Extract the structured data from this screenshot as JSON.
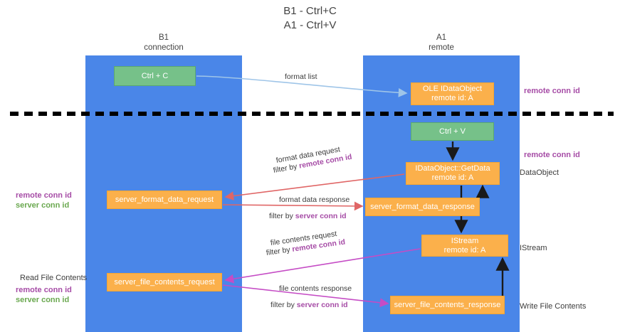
{
  "title": "B1 - Ctrl+C\nA1 - Ctrl+V",
  "lanes": [
    {
      "name": "b1",
      "heading": "B1\nconnection",
      "color": "#4a86e8"
    },
    {
      "name": "a1",
      "heading": "A1\nremote",
      "color": "#4a86e8"
    }
  ],
  "nodes": {
    "ctrl_c": "Ctrl + C",
    "idataobject": "OLE IDataObject\nremote id: A",
    "ctrl_v": "Ctrl + V",
    "getdata": "IDataObject::GetData\nremote id: A",
    "format_data_request": "server_format_data_request",
    "format_data_response": "server_format_data_response",
    "istream": "IStream\nremote id: A",
    "file_contents_request": "server_file_contents_request",
    "file_contents_response": "server_file_contents_response"
  },
  "annotations": {
    "remote_conn_id_top": "remote conn id",
    "remote_conn_id_mid": "remote conn id",
    "dataobject": "DataObject",
    "istream": "IStream",
    "write_file_contents": "Write File Contents",
    "read_file_contents": "Read File Contents",
    "left_remote_conn_id": "remote conn id",
    "left_server_conn_id": "server conn id",
    "left_remote_conn_id_2": "remote conn id",
    "left_server_conn_id_2": "server conn id"
  },
  "edges": {
    "format_list": "format list",
    "format_data_request": "format data request",
    "format_data_request_filter_prefix": "filter by ",
    "format_data_request_filter_key": "remote conn id",
    "format_data_response": "format data response",
    "format_data_response_filter_prefix": "filter by ",
    "format_data_response_filter_key": "server conn id",
    "file_contents_request": "file contents request",
    "file_contents_request_filter_prefix": "filter by ",
    "file_contents_request_filter_key": "remote conn id",
    "file_contents_response": "file contents response",
    "file_contents_response_filter_prefix": "filter by ",
    "file_contents_response_filter_key": "server conn id"
  },
  "colors": {
    "lane": "#4a86e8",
    "green_node": "#76c189",
    "orange_node": "#fbb04b",
    "purple_text": "#a64ca6",
    "green_text": "#6aa84f",
    "red_arrow": "#e06666",
    "magenta_arrow": "#c54cc5",
    "light_blue_arrow": "#9fc5e8",
    "divider": "#000000"
  }
}
